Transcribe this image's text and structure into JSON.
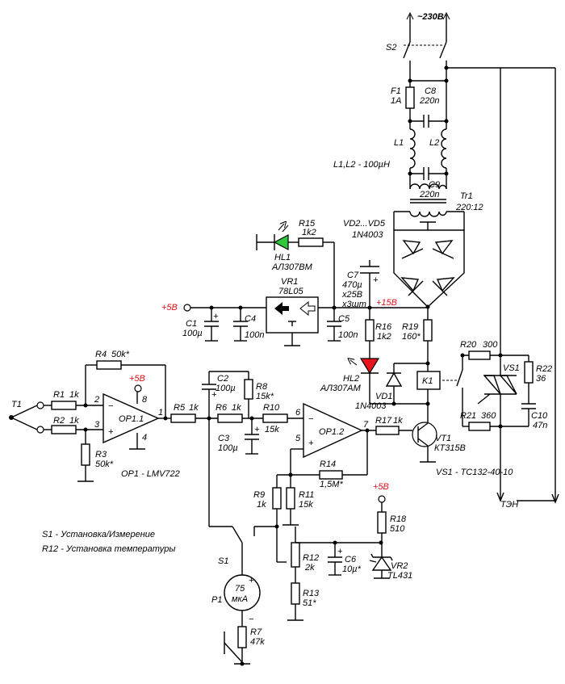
{
  "mains": "~230В",
  "switch_s2": "S2",
  "fuse": {
    "ref": "F1",
    "value": "1A"
  },
  "c8": {
    "ref": "C8",
    "value": "220n"
  },
  "c9": {
    "ref": "C9",
    "value": "220n"
  },
  "l1": "L1",
  "l2": "L2",
  "inductors_note": "L1,L2 - 100µH",
  "tr1": {
    "ref": "Tr1",
    "value": "220:12"
  },
  "bridge": {
    "ref": "VD2...VD5",
    "value": "1N4003"
  },
  "r15": {
    "ref": "R15",
    "value": "1k2"
  },
  "hl1": {
    "ref": "HL1",
    "value": "АЛ307ВМ"
  },
  "vr1": {
    "ref": "VR1",
    "value": "78L05"
  },
  "c7": {
    "ref": "C7",
    "v1": "470µ",
    "v2": "x25В",
    "v3": "x3шт"
  },
  "plus5": "+5В",
  "plus15": "+15В",
  "c1": {
    "ref": "C1",
    "value": "100µ"
  },
  "c4": {
    "ref": "C4",
    "value": "100n"
  },
  "c5": {
    "ref": "C5",
    "value": "100n"
  },
  "r16": {
    "ref": "R16",
    "value": "1k2"
  },
  "r19": {
    "ref": "R19",
    "value": "160*"
  },
  "r20": {
    "ref": "R20",
    "value": "300"
  },
  "r21": {
    "ref": "R21",
    "value": "360"
  },
  "r22": {
    "ref": "R22",
    "value": "36"
  },
  "vs1": {
    "ref": "VS1",
    "note": "VS1 - ТС132-40-10"
  },
  "c10": {
    "ref": "C10",
    "value": "47n"
  },
  "hl2": {
    "ref": "HL2",
    "value": "АЛ307АМ"
  },
  "vd1": {
    "ref": "VD1",
    "value": "1N4003"
  },
  "k1": "K1",
  "vt1": {
    "ref": "VT1",
    "value": "КТ315В"
  },
  "r4": {
    "ref": "R4",
    "value": "50k*"
  },
  "r1": {
    "ref": "R1",
    "value": "1k"
  },
  "r2": {
    "ref": "R2",
    "value": "1k"
  },
  "r3": {
    "ref": "R3",
    "value": "50k*"
  },
  "t1": "T1",
  "op11": "OP1.1",
  "op_note": "OP1 - LMV722",
  "r5": {
    "ref": "R5",
    "value": "1k"
  },
  "r6": {
    "ref": "R6",
    "value": "1k"
  },
  "c2": {
    "ref": "C2",
    "value": "100µ"
  },
  "c3": {
    "ref": "C3",
    "value": "100µ"
  },
  "r8": {
    "ref": "R8",
    "value": "15k*"
  },
  "r10": {
    "ref": "R10",
    "value": "15k"
  },
  "op12": "OP1.2",
  "r17": {
    "ref": "R17",
    "value": "1k"
  },
  "r14": {
    "ref": "R14",
    "value": "1,5M*"
  },
  "r9": {
    "ref": "R9",
    "value": "1k"
  },
  "r11": {
    "ref": "R11",
    "value": "15k"
  },
  "r18": {
    "ref": "R18",
    "value": "510"
  },
  "r12": {
    "ref": "R12",
    "value": "2k"
  },
  "c6": {
    "ref": "C6",
    "value": "10µ*"
  },
  "vr2": {
    "ref": "VR2",
    "value": "TL431"
  },
  "r13": {
    "ref": "R13",
    "value": "51*"
  },
  "s1": "S1",
  "p1": {
    "ref": "P1",
    "v1": "75",
    "v2": "мкА"
  },
  "r7": {
    "ref": "R7",
    "value": "47k"
  },
  "heater": "ТЭН",
  "note_s1": "S1 - Установка/Измерение",
  "note_r12": "R12 - Установка температуры",
  "pins": {
    "p1": "1",
    "p2": "2",
    "p3": "3",
    "p4": "4",
    "p5": "5",
    "p6": "6",
    "p7": "7",
    "p8": "8"
  },
  "signs": {
    "minus": "−",
    "plus": "+"
  }
}
